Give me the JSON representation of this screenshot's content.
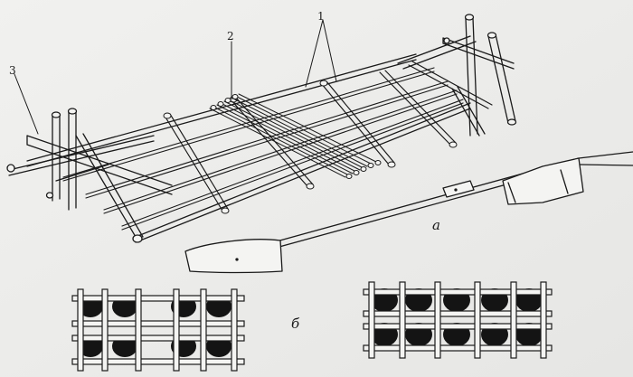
{
  "diagram": {
    "callouts": {
      "num_1": "1",
      "num_2": "2",
      "num_3": "3"
    },
    "panels": {
      "panel_a": "а",
      "panel_b": "б"
    },
    "colors": {
      "line": "#1a1a1a",
      "paper": "#efefed",
      "pole_fill": "#f4f4f2",
      "float_dark": "#141414"
    }
  }
}
